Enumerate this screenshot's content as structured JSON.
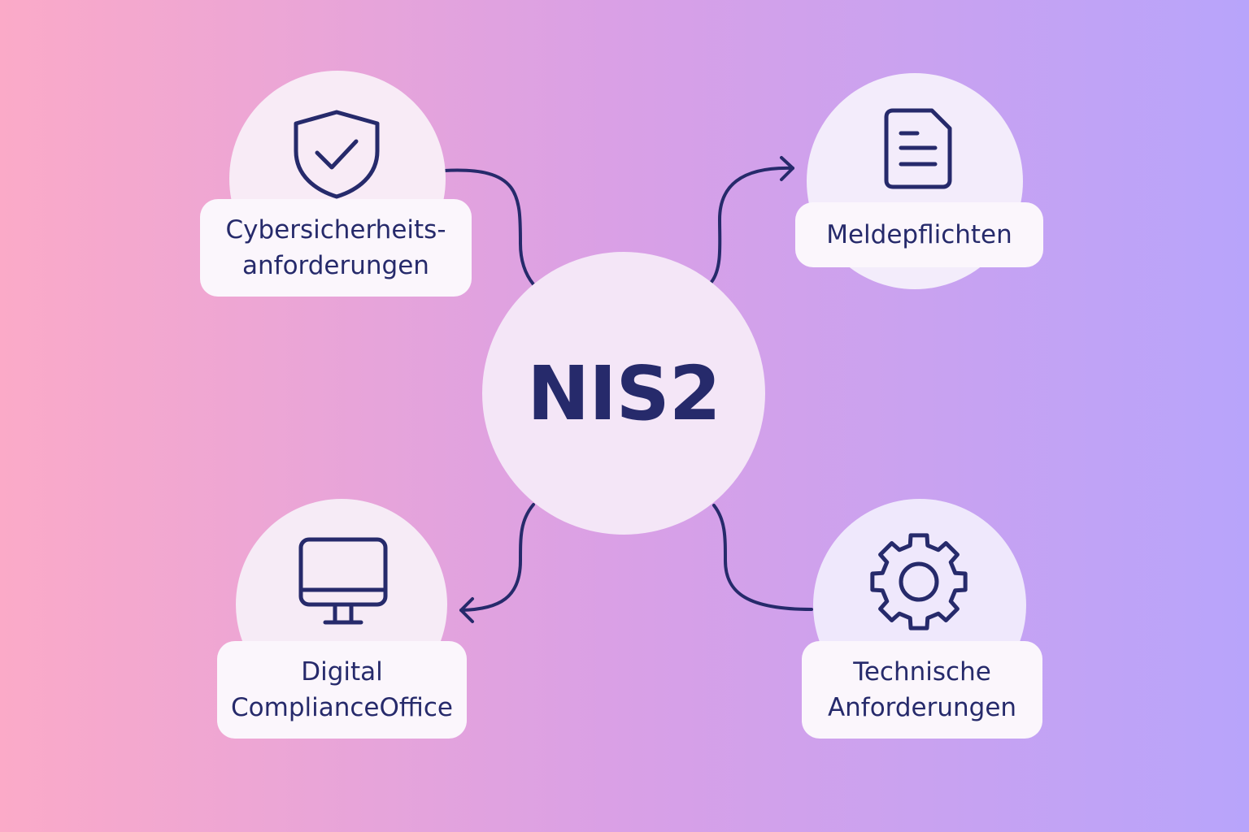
{
  "colors": {
    "bg_left": "#fbaac8",
    "bg_mid": "#dca0e6",
    "bg_right": "#b9a4fb",
    "ink": "#262a6b",
    "center_fill": "#f4e6f7",
    "node_fill": "#f8eef9",
    "label_fill": "#fbf6fc"
  },
  "center": {
    "label": "NIS2"
  },
  "nodes": {
    "security": {
      "label": "Cybersicherheits-\nanforderungen",
      "icon": "shield-check-icon"
    },
    "reporting": {
      "label": "Meldepflichten",
      "icon": "document-icon"
    },
    "dco": {
      "label": "Digital\nComplianceOffice",
      "icon": "monitor-icon"
    },
    "technical": {
      "label": "Technische\nAnforderungen",
      "icon": "gear-icon"
    }
  }
}
